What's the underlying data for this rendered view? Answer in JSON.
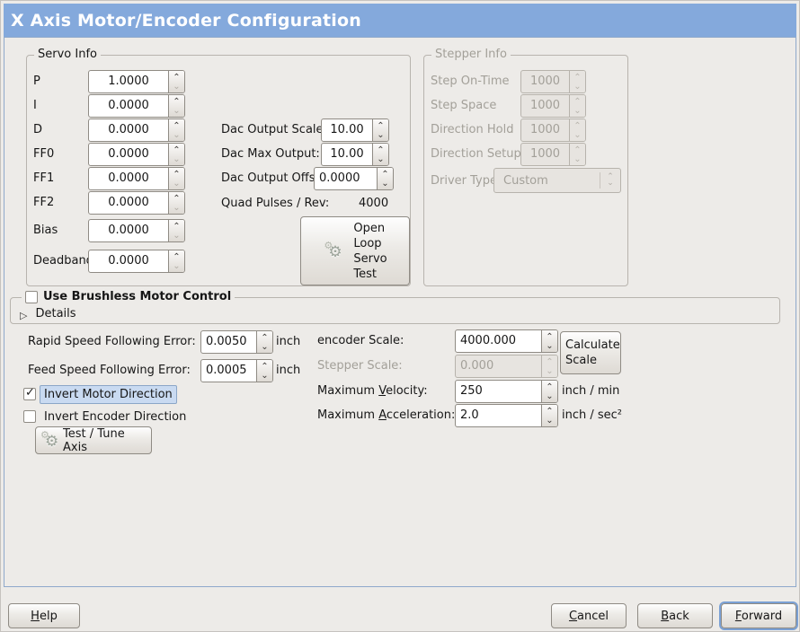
{
  "window": {
    "title": "X Axis Motor/Encoder Configuration"
  },
  "colors": {
    "titlebar": "#84a9dc",
    "panel_border": "#8fa9cb",
    "focus_highlight": "#c9daf1",
    "focus_ring": "#7aa0d4"
  },
  "servo_info": {
    "legend": "Servo Info",
    "fields": [
      {
        "label": "P",
        "value": "1.0000"
      },
      {
        "label": "I",
        "value": "0.0000"
      },
      {
        "label": "D",
        "value": "0.0000"
      },
      {
        "label": "FF0",
        "value": "0.0000"
      },
      {
        "label": "FF1",
        "value": "0.0000"
      },
      {
        "label": "FF2",
        "value": "0.0000"
      },
      {
        "label": "Bias",
        "value": "0.0000"
      },
      {
        "label": "Deadband",
        "value": "0.0000"
      }
    ]
  },
  "dac": {
    "rows": [
      {
        "label": "Dac Output Scale:",
        "value": "10.00"
      },
      {
        "label": "Dac Max Output:",
        "value": "10.00"
      },
      {
        "label": "Dac Output Offset:",
        "value": "0.0000"
      }
    ],
    "quad_label": "Quad Pulses / Rev:",
    "quad_value": "4000",
    "open_loop_lines": [
      "Open",
      "Loop",
      "Servo",
      "Test"
    ]
  },
  "stepper_info": {
    "legend": "Stepper Info",
    "fields": [
      {
        "label": "Step On-Time",
        "value": "1000"
      },
      {
        "label": "Step Space",
        "value": "1000"
      },
      {
        "label": "Direction Hold",
        "value": "1000"
      },
      {
        "label": "Direction Setup",
        "value": "1000"
      }
    ],
    "driver_type_label": "Driver Type:",
    "driver_type_value": "Custom"
  },
  "brushless": {
    "checkbox_label": "Use Brushless Motor Control",
    "details_label": "Details"
  },
  "following_error": {
    "rows": [
      {
        "label": "Rapid Speed Following Error:",
        "value": "0.0050",
        "unit": "inch"
      },
      {
        "label": "Feed Speed Following Error:",
        "value": "0.0005",
        "unit": "inch"
      }
    ]
  },
  "options": {
    "invert_motor_label": "Invert Motor Direction",
    "invert_encoder_label": "Invert Encoder Direction",
    "test_tune_label": "Test / Tune Axis"
  },
  "scale": {
    "encoder_label": "encoder Scale:",
    "encoder_value": "4000.000",
    "calculate_line1": "Calculate",
    "calculate_line2": "Scale",
    "stepper_label": "Stepper Scale:",
    "stepper_value": "0.000",
    "velocity": {
      "pre": "Maximum ",
      "u": "V",
      "post": "elocity:",
      "value": "250",
      "unit": "inch / min"
    },
    "accel": {
      "pre": "Maximum ",
      "u": "A",
      "post": "cceleration:",
      "value": "2.0",
      "unit": "inch / sec²"
    }
  },
  "actions": {
    "help": {
      "u": "H",
      "post": "elp"
    },
    "cancel": {
      "u": "C",
      "post": "ancel"
    },
    "back": {
      "u": "B",
      "post": "ack"
    },
    "forward": {
      "u": "F",
      "post": "orward"
    }
  }
}
